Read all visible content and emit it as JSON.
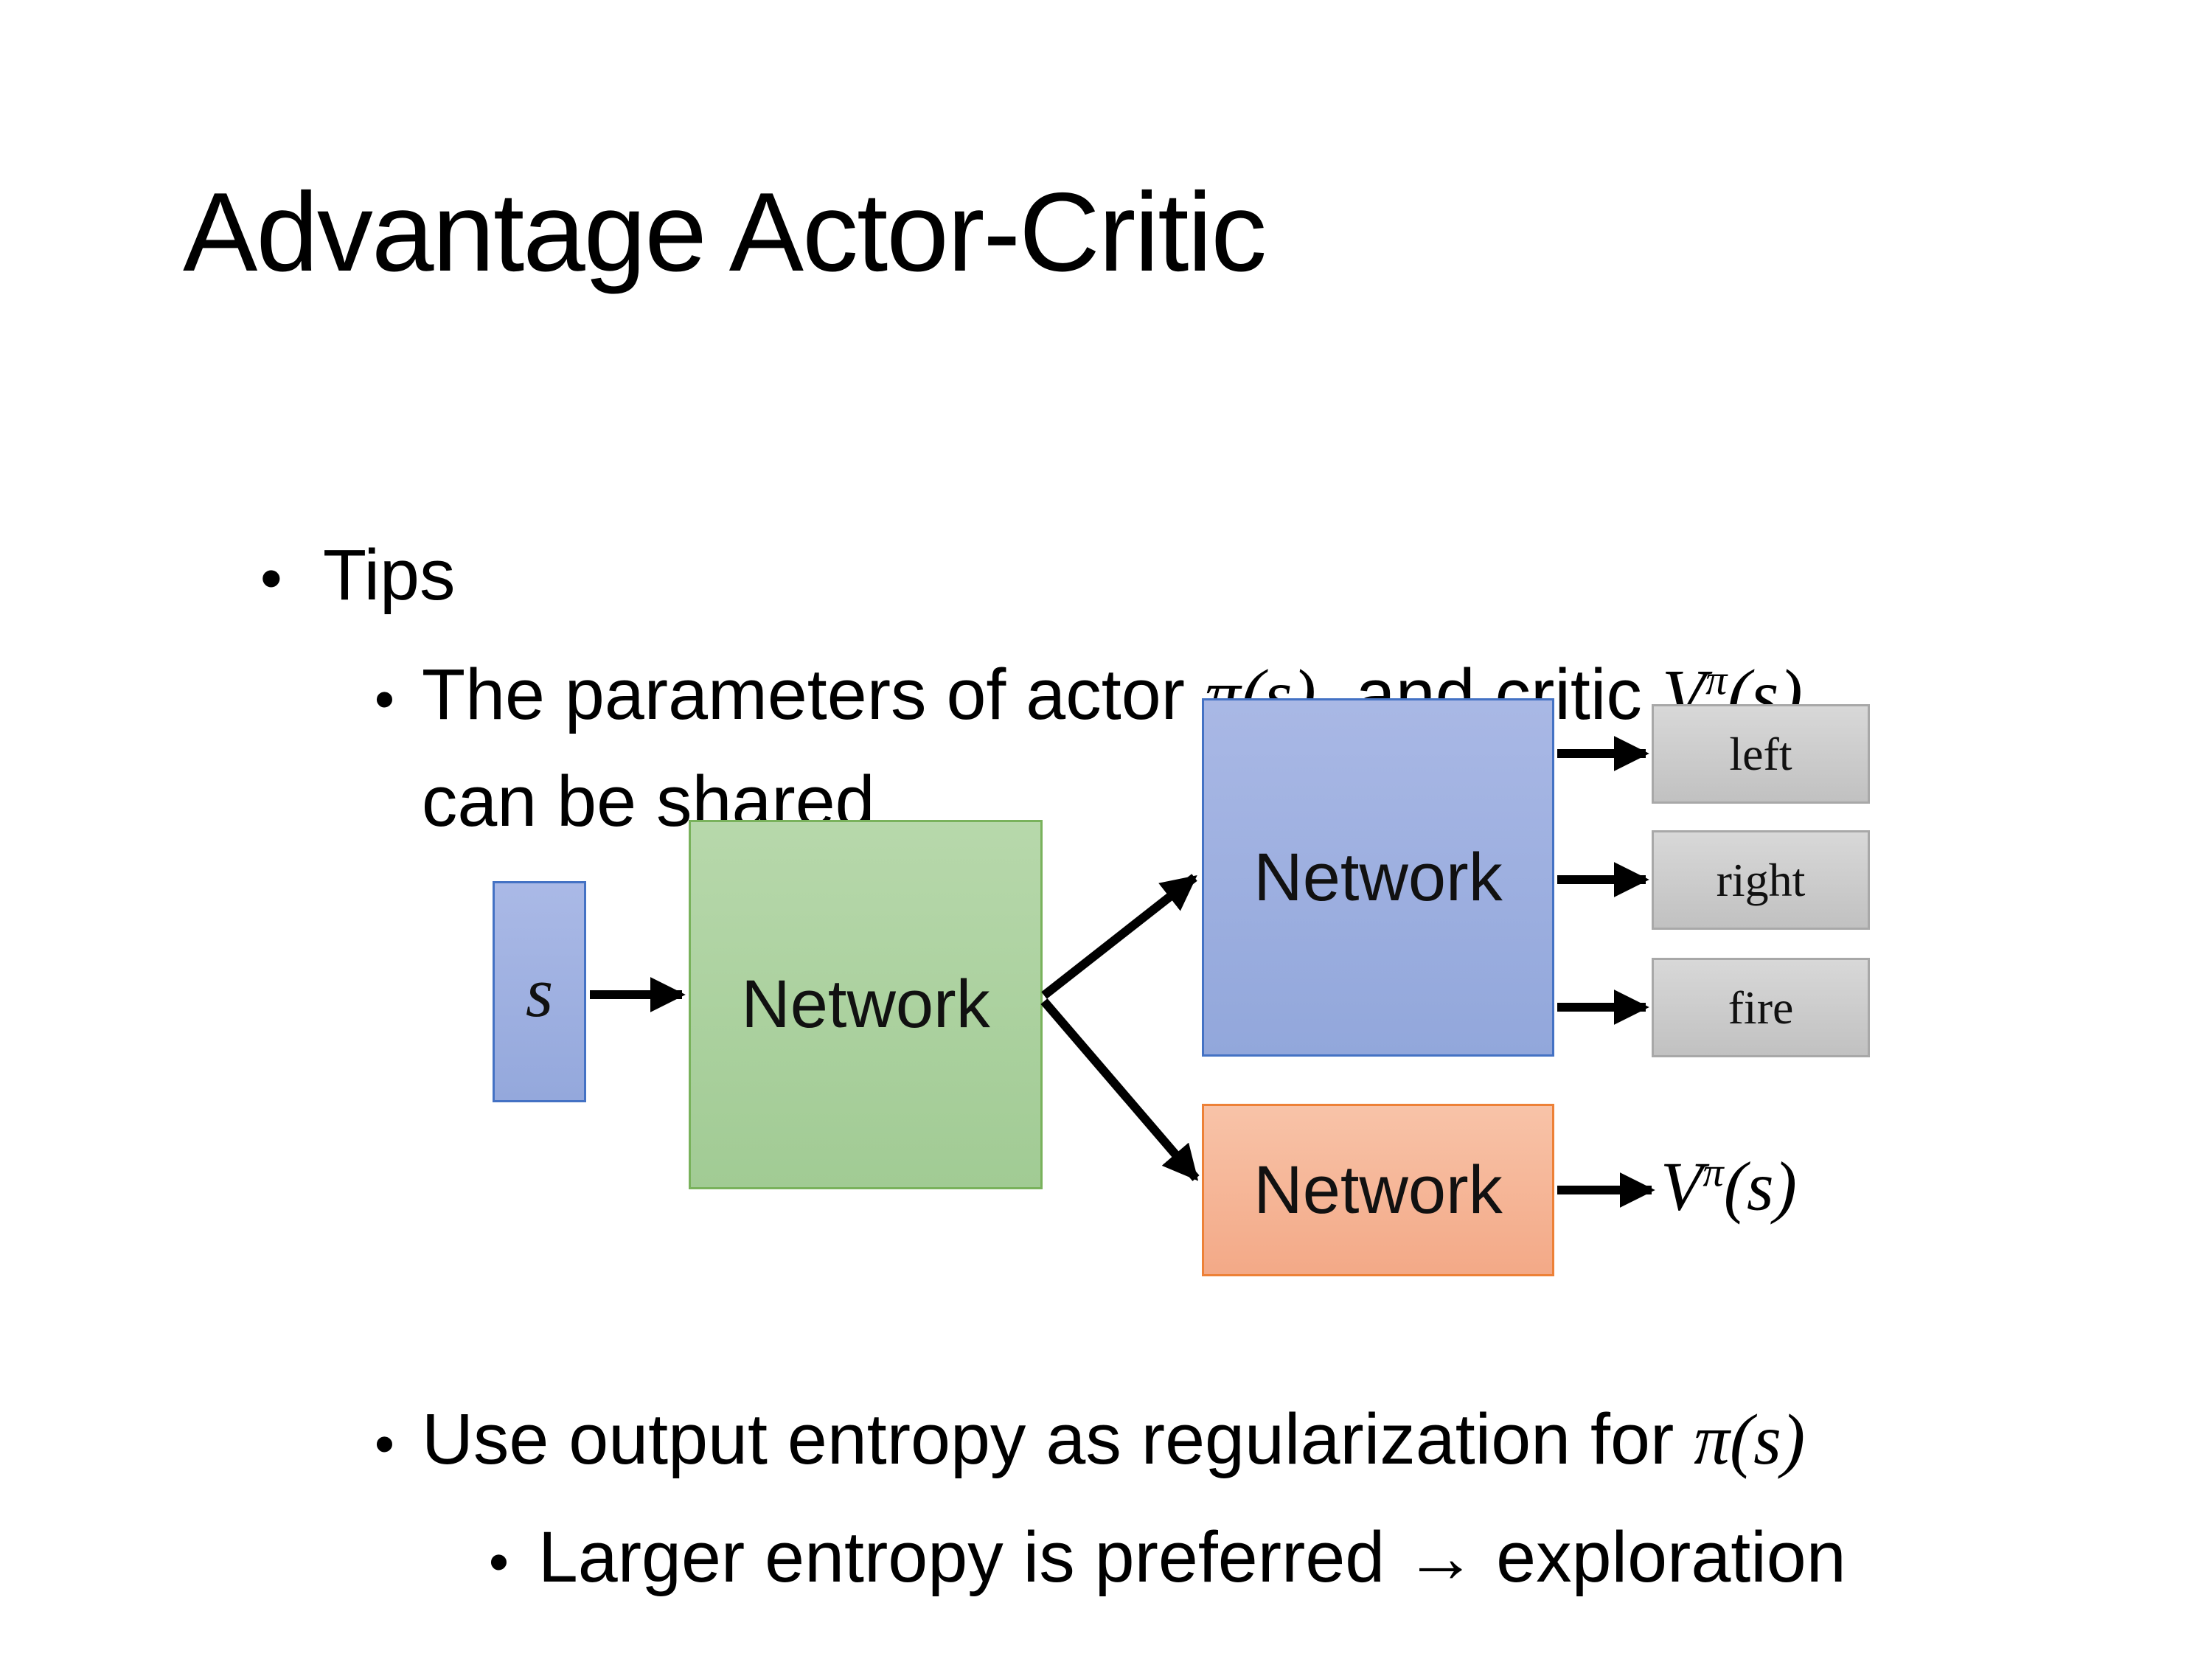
{
  "slide": {
    "title": "Advantage Actor-Critic",
    "bullet_char": "•",
    "tips_label": "Tips",
    "bullet_shared": {
      "pre": "The parameters of actor ",
      "actor_math": "π(s)",
      "mid": "  and critic ",
      "critic_base": "V",
      "critic_sup": "π",
      "critic_args": "(s)",
      "line2": "can be shared"
    },
    "bullet_entropy": {
      "pre": "Use output entropy as regularization for ",
      "math": "π(s)"
    },
    "bullet_exploration": "Larger entropy is preferred → exploration",
    "diagram": {
      "input_label": "s",
      "shared_network_label": "Network",
      "actor_network_label": "Network",
      "critic_network_label": "Network",
      "outputs": [
        "left",
        "right",
        "fire"
      ],
      "value_base": "V",
      "value_sup": "π",
      "value_args": "(s)",
      "colors": {
        "blue_fill": "#9fb3e0",
        "blue_border": "#4472c4",
        "green_fill": "#aed2a2",
        "green_border": "#79b25c",
        "orange_fill": "#f6bb9d",
        "orange_border": "#ed8137",
        "gray_fill": "#d0d0d0",
        "gray_border": "#a8a8a8",
        "arrow": "#000000",
        "text": "#000000"
      }
    }
  }
}
